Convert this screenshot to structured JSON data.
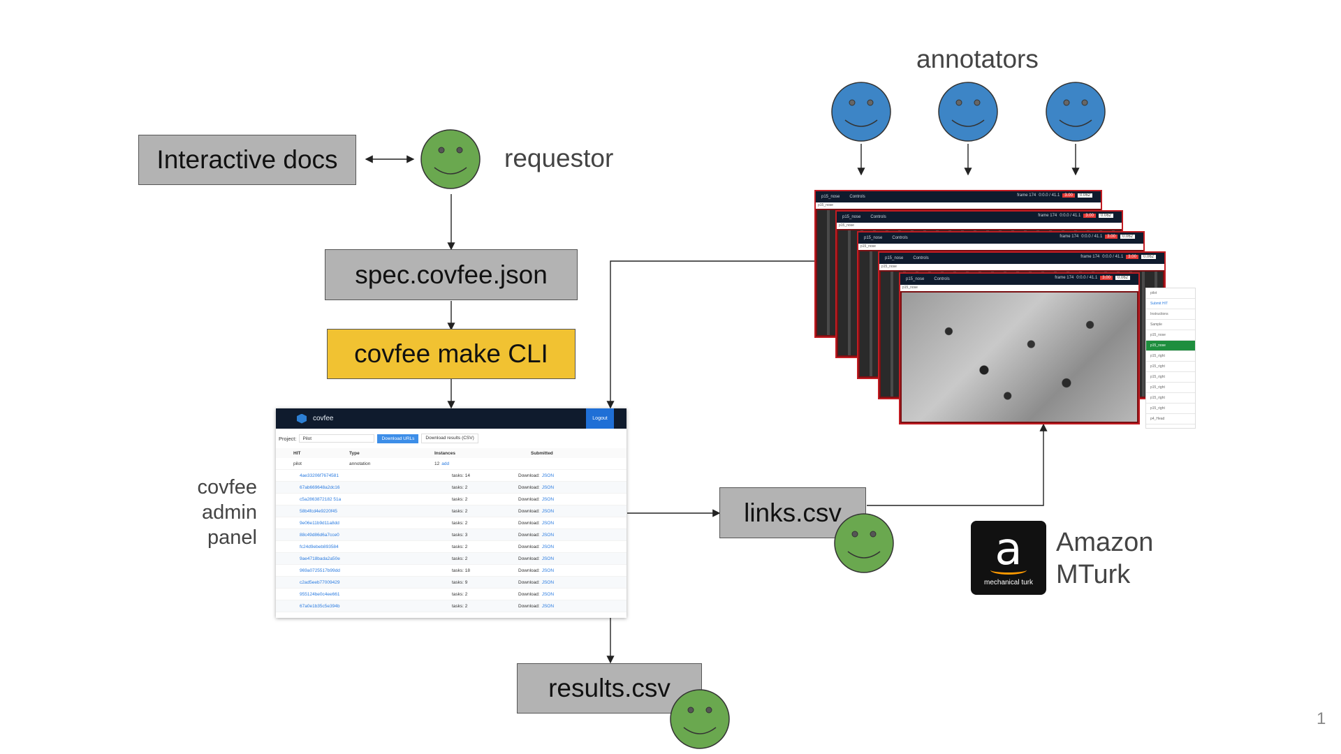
{
  "boxes": {
    "interactive_docs": "Interactive docs",
    "spec": "spec.covfee.json",
    "make_cli": "covfee make CLI",
    "links": "links.csv",
    "results": "results.csv"
  },
  "labels": {
    "requestor": "requestor",
    "annotators": "annotators",
    "admin_panel_line1": "covfee",
    "admin_panel_line2": "admin",
    "admin_panel_line3": "panel",
    "amazon": "Amazon",
    "mturk": "MTurk"
  },
  "mturk_logo": {
    "letter": "a",
    "text": "mechanical turk"
  },
  "colors": {
    "requestor_face": "#6aa84f",
    "annotator_face": "#3d85c6",
    "cli_box": "#f1c232",
    "box_gray": "#b3b3b3"
  },
  "admin_panel": {
    "brand": "covfee",
    "logout": "Logout",
    "project_label": "Project:",
    "project_value": "Pilot",
    "download_urls": "Download URLs",
    "download_results": "Download results (CSV)",
    "columns": [
      "HIT",
      "Type",
      "Instances",
      "Submitted"
    ],
    "group_row": {
      "hit": "pilot",
      "type": "annotation",
      "instances": "12",
      "add": "add"
    },
    "rows": [
      {
        "id": "4ae33206f7674581",
        "tasks": "tasks: 14",
        "download": "Download:",
        "json": "JSON"
      },
      {
        "id": "67ab669648a2dc16",
        "tasks": "tasks: 2",
        "download": "Download:",
        "json": "JSON"
      },
      {
        "id": "c5a2863872182 51a",
        "tasks": "tasks: 2",
        "download": "Download:",
        "json": "JSON"
      },
      {
        "id": "58b4fcd4e9220f45",
        "tasks": "tasks: 2",
        "download": "Download:",
        "json": "JSON"
      },
      {
        "id": "9e06e11b9d11a8dd",
        "tasks": "tasks: 2",
        "download": "Download:",
        "json": "JSON"
      },
      {
        "id": "88c49d86d6a7cce0",
        "tasks": "tasks: 3",
        "download": "Download:",
        "json": "JSON"
      },
      {
        "id": "fc24d9ebeb893584",
        "tasks": "tasks: 2",
        "download": "Download:",
        "json": "JSON"
      },
      {
        "id": "9ae4718bada2a50e",
        "tasks": "tasks: 2",
        "download": "Download:",
        "json": "JSON"
      },
      {
        "id": "969a0725517b99dd",
        "tasks": "tasks: 18",
        "download": "Download:",
        "json": "JSON"
      },
      {
        "id": "c2ad5eeb77009429",
        "tasks": "tasks: 9",
        "download": "Download:",
        "json": "JSON"
      },
      {
        "id": "955124be0c4ee661",
        "tasks": "tasks: 2",
        "download": "Download:",
        "json": "JSON"
      },
      {
        "id": "67a0e1b35c5e394b",
        "tasks": "tasks: 2",
        "download": "Download:",
        "json": "JSON"
      }
    ]
  },
  "annotation_tool": {
    "tab": "p15_nose",
    "controls": "Controls",
    "subtitle": "p15_nose",
    "frame": "frame 174",
    "speed": "0:0.0 / 41.1",
    "red_value": "3.00",
    "white_value": "0.062",
    "side_title": "pilot",
    "submit": "Submit HIT",
    "side_items": [
      "Instructions",
      "Sample",
      "p15_nose",
      "p15_nose",
      "p15_right",
      "p15_right",
      "p15_right",
      "p15_right",
      "p15_right",
      "p15_right",
      "p4_Head"
    ]
  },
  "page_number": "1"
}
